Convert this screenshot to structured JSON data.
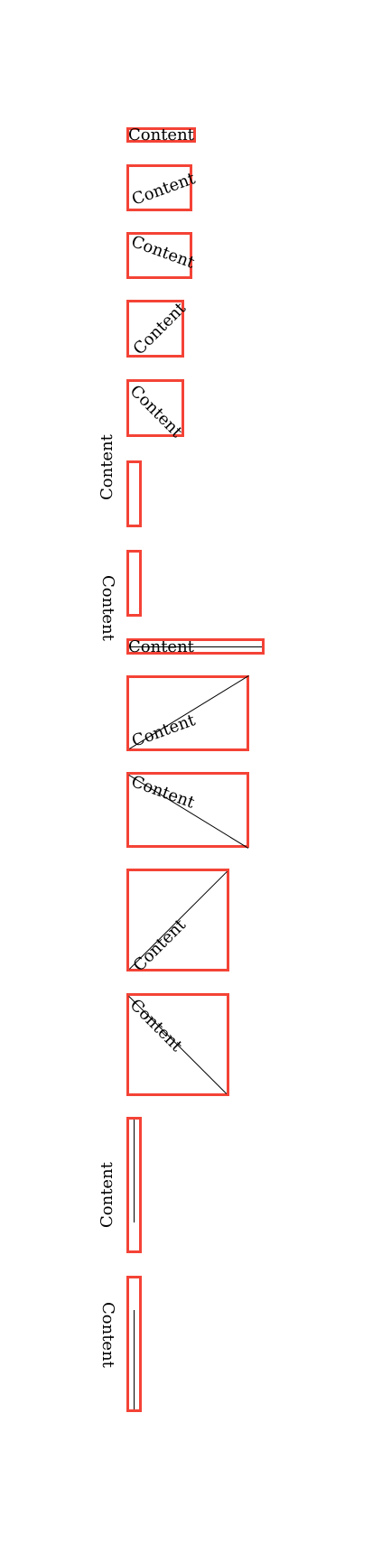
{
  "colors": {
    "box_border": "#f44336",
    "text": "#000000",
    "line": "#000000",
    "background": "#ffffff"
  },
  "label_text": "Content",
  "cases": [
    {
      "name": "case-01",
      "rotation": "0deg",
      "underline": false
    },
    {
      "name": "case-02",
      "rotation": "-20deg",
      "underline": false
    },
    {
      "name": "case-03",
      "rotation": "20deg",
      "underline": false
    },
    {
      "name": "case-04",
      "rotation": "-45deg",
      "underline": false
    },
    {
      "name": "case-05",
      "rotation": "45deg",
      "underline": false
    },
    {
      "name": "case-06",
      "rotation": "-90deg",
      "underline": false
    },
    {
      "name": "case-07",
      "rotation": "90deg",
      "underline": false
    },
    {
      "name": "case-08",
      "rotation": "0deg",
      "underline": true
    },
    {
      "name": "case-09",
      "rotation": "-20deg",
      "underline": true
    },
    {
      "name": "case-10",
      "rotation": "20deg",
      "underline": true
    },
    {
      "name": "case-11",
      "rotation": "-45deg",
      "underline": true
    },
    {
      "name": "case-12",
      "rotation": "45deg",
      "underline": true
    },
    {
      "name": "case-13",
      "rotation": "-90deg",
      "underline": true
    },
    {
      "name": "case-14",
      "rotation": "90deg",
      "underline": true
    }
  ]
}
